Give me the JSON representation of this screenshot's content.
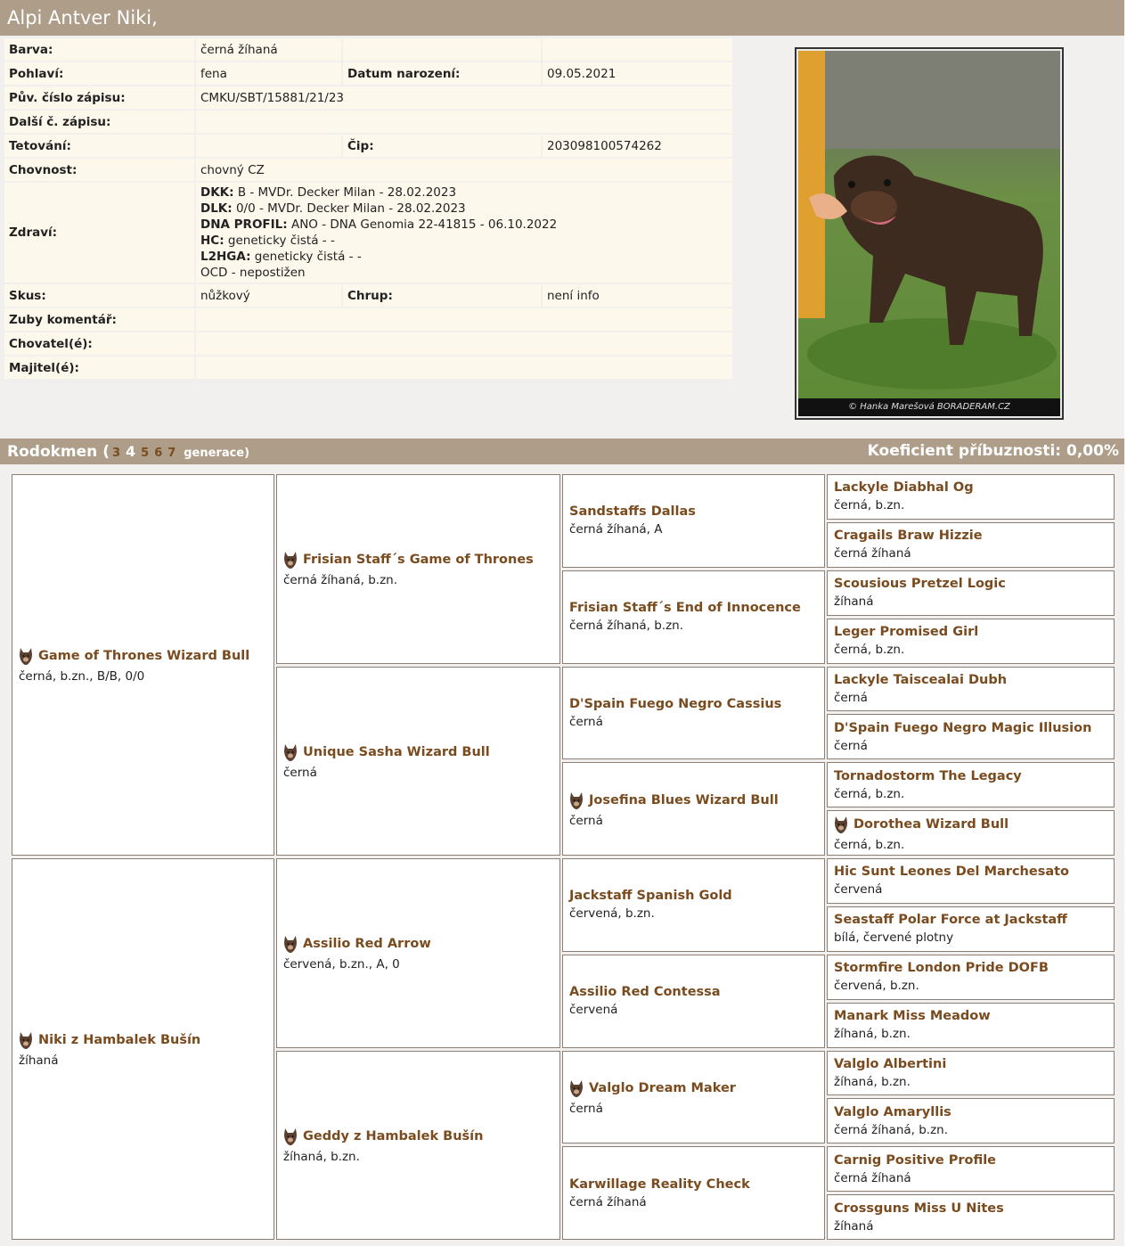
{
  "page_title": "Alpi Antver Niki,",
  "details": {
    "barva_label": "Barva:",
    "barva": "černá žíhaná",
    "pohlavi_label": "Pohlaví:",
    "pohlavi": "fena",
    "datum_label": "Datum narození:",
    "datum": "09.05.2021",
    "puv_label": "Pův. číslo zápisu:",
    "puv": "CMKU/SBT/15881/21/23",
    "dalsi_label": "Další č. zápisu:",
    "dalsi": "",
    "tetovani_label": "Tetování:",
    "tetovani": "",
    "cip_label": "Čip:",
    "cip": "203098100574262",
    "chovnost_label": "Chovnost:",
    "chovnost": "chovný CZ",
    "zdravi_label": "Zdraví:",
    "zdravi": [
      {
        "key": "DKK:",
        "value": " B - MVDr. Decker Milan - 28.02.2023"
      },
      {
        "key": "DLK:",
        "value": " 0/0 - MVDr. Decker Milan - 28.02.2023"
      },
      {
        "key": "DNA PROFIL:",
        "value": " ANO - DNA Genomia 22-41815 - 06.10.2022"
      },
      {
        "key": "HC:",
        "value": " geneticky čistá - -"
      },
      {
        "key": "L2HGA:",
        "value": " geneticky čistá - -"
      },
      {
        "key": "",
        "value": "OCD - nepostižen"
      }
    ],
    "skus_label": "Skus:",
    "skus": "nůžkový",
    "chrup_label": "Chrup:",
    "chrup": "není info",
    "zuby_label": "Zuby komentář:",
    "zuby": "",
    "chovatel_label": "Chovatel(é):",
    "chovatel": "",
    "majitel_label": "Majitel(é):",
    "majitel": ""
  },
  "photo": {
    "credit": "© Hanka Marešová  BORADERAM.CZ"
  },
  "pedigree_header": {
    "title": "Rodokmen (",
    "generations": [
      "3",
      "4",
      "5",
      "6",
      "7"
    ],
    "active_generation": "4",
    "generations_label": "generace)",
    "coefficient": "Koeficient příbuznosti: 0,00%"
  },
  "pedigree": {
    "g1": [
      {
        "name": "Game of Thrones Wizard Bull",
        "desc": "černá, b.zn., B/B, 0/0",
        "icon": "dog-head-icon"
      },
      {
        "name": "Niki z Hambalek Bušín",
        "desc": "žíhaná",
        "icon": "dog-head-icon"
      }
    ],
    "g2": [
      {
        "name": "Frisian Staff´s Game of Thrones",
        "desc": "černá žíhaná, b.zn.",
        "icon": "dog-head-icon"
      },
      {
        "name": "Unique Sasha Wizard Bull",
        "desc": "černá",
        "icon": "dog-head-icon"
      },
      {
        "name": "Assilio Red Arrow",
        "desc": "červená, b.zn., A, 0",
        "icon": "dog-head-icon"
      },
      {
        "name": "Geddy z Hambalek Bušín",
        "desc": "žíhaná, b.zn.",
        "icon": "dog-head-icon"
      }
    ],
    "g3": [
      {
        "name": "Sandstaffs Dallas",
        "desc": "černá žíhaná, A",
        "icon": ""
      },
      {
        "name": "Frisian Staff´s End of Innocence",
        "desc": "černá žíhaná, b.zn.",
        "icon": ""
      },
      {
        "name": "D'Spain Fuego Negro Cassius",
        "desc": "černá",
        "icon": ""
      },
      {
        "name": "Josefina Blues Wizard Bull",
        "desc": "černá",
        "icon": "dog-head-icon"
      },
      {
        "name": "Jackstaff Spanish Gold",
        "desc": "červená, b.zn.",
        "icon": ""
      },
      {
        "name": "Assilio Red Contessa",
        "desc": "červená",
        "icon": ""
      },
      {
        "name": "Valglo Dream Maker",
        "desc": "černá",
        "icon": "dog-head-icon"
      },
      {
        "name": "Karwillage Reality Check",
        "desc": "černá žíhaná",
        "icon": ""
      }
    ],
    "g4": [
      {
        "name": "Lackyle Diabhal Og",
        "desc": "černá, b.zn.",
        "icon": ""
      },
      {
        "name": "Cragails Braw Hizzie",
        "desc": "černá žíhaná",
        "icon": ""
      },
      {
        "name": "Scousious Pretzel Logic",
        "desc": "žíhaná",
        "icon": ""
      },
      {
        "name": "Leger Promised Girl",
        "desc": "černá, b.zn.",
        "icon": ""
      },
      {
        "name": "Lackyle Taiscealai Dubh",
        "desc": "černá",
        "icon": ""
      },
      {
        "name": "D'Spain Fuego Negro Magic Illusion",
        "desc": "černá",
        "icon": ""
      },
      {
        "name": "Tornadostorm The Legacy",
        "desc": "černá, b.zn.",
        "icon": ""
      },
      {
        "name": "Dorothea Wizard Bull",
        "desc": "černá, b.zn.",
        "icon": "dog-head-icon"
      },
      {
        "name": "Hic Sunt Leones Del Marchesato",
        "desc": "červená",
        "icon": ""
      },
      {
        "name": "Seastaff Polar Force at Jackstaff",
        "desc": "bílá, červené plotny",
        "icon": ""
      },
      {
        "name": "Stormfire London Pride DOFB",
        "desc": "červená, b.zn.",
        "icon": ""
      },
      {
        "name": "Manark Miss Meadow",
        "desc": "žíhaná, b.zn.",
        "icon": ""
      },
      {
        "name": "Valglo Albertini",
        "desc": "žíhaná, b.zn.",
        "icon": ""
      },
      {
        "name": "Valglo Amaryllis",
        "desc": "černá žíhaná, b.zn.",
        "icon": ""
      },
      {
        "name": "Carnig Positive Profile",
        "desc": "černá žíhaná",
        "icon": ""
      },
      {
        "name": "Crossguns Miss U Nites",
        "desc": "žíhaná",
        "icon": ""
      }
    ]
  },
  "colors": {
    "header_bg": "#ad9d89",
    "link": "#7a4b1e",
    "row_bg": "#fdf8ec",
    "border": "#8c7e72"
  }
}
